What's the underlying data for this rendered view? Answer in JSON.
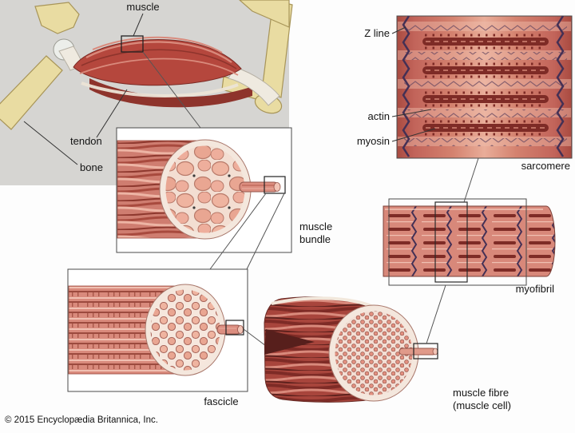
{
  "diagram": {
    "arm": {
      "muscle": "muscle",
      "tendon": "tendon",
      "bone": "bone"
    },
    "sarcomere": {
      "z_line": "Z line",
      "actin": "actin",
      "myosin": "myosin",
      "caption": "sarcomere"
    },
    "myofibril": {
      "caption": "myofibril"
    },
    "muscle_bundle": {
      "lines": [
        "muscle",
        "bundle"
      ]
    },
    "fascicle": {
      "caption": "fascicle"
    },
    "muscle_fibre": {
      "lines": [
        "muscle fibre",
        "(muscle cell)"
      ]
    }
  },
  "footer": {
    "copyright": "© 2015 Encyclopædia Britannica, Inc."
  },
  "colors": {
    "backdrop_gray": "#d6d5d2",
    "bone_yellow": "#e9dca2",
    "muscle_red": "#b5473d",
    "muscle_dark": "#8e342c",
    "muscle_light": "#d98a7c",
    "tendon_white": "#efeae0",
    "cross_section_pink": "#efb4a0",
    "connective_cream": "#f4e7dd",
    "z_line_purple": "#443055",
    "myosin_dark_red": "#7e2b26",
    "panel_border": "#4a4a4a",
    "label_text": "#141414"
  }
}
